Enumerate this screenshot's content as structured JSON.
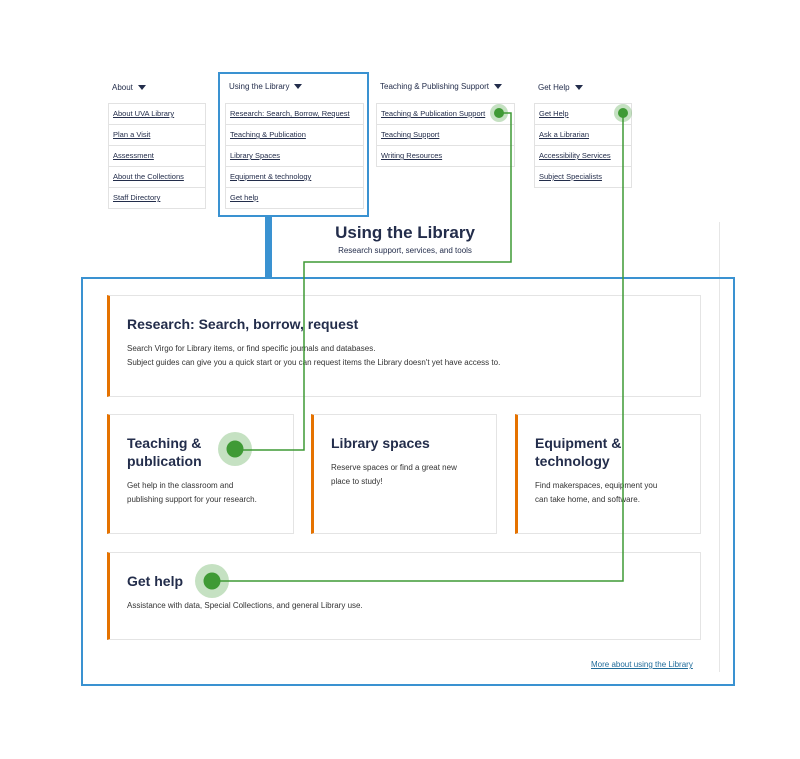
{
  "menus": [
    {
      "title": "About",
      "items": [
        "About UVA Library",
        "Plan a Visit",
        "Assessment",
        "About the Collections",
        "Staff Directory"
      ]
    },
    {
      "title": "Using the Library",
      "items": [
        "Research: Search, Borrow, Request",
        "Teaching & Publication",
        "Library Spaces",
        "Equipment & technology",
        "Get help"
      ]
    },
    {
      "title": "Teaching & Publishing Support",
      "items": [
        "Teaching & Publication Support",
        "Teaching Support",
        "Writing Resources"
      ]
    },
    {
      "title": "Get Help",
      "items": [
        "Get Help",
        "Ask a Librarian",
        "Accessibility Services",
        "Subject Specialists"
      ]
    }
  ],
  "section": {
    "title": "Using the Library",
    "subtitle": "Research support, services, and tools"
  },
  "cards": {
    "research": {
      "title": "Research: Search, borrow, request",
      "line1": "Search Virgo for Library items, or find specific journals and databases.",
      "line2": "Subject guides can give you a quick start or you can request items the Library doesn't yet have access to."
    },
    "teaching": {
      "title1": "Teaching &",
      "title2": "publication",
      "line1": "Get help in the classroom and",
      "line2": "publishing support for your research."
    },
    "spaces": {
      "title": "Library spaces",
      "line1": "Reserve spaces or find a great new",
      "line2": "place to study!"
    },
    "equipment": {
      "title1": "Equipment &",
      "title2": "technology",
      "line1": "Find makerspaces, equipment you",
      "line2": "can take home, and software."
    },
    "help": {
      "title": "Get help",
      "line1": "Assistance with data, Special Collections, and general Library use."
    }
  },
  "more_link": "More about using the Library",
  "colors": {
    "accent_blue": "#3a92d1",
    "connector_green": "#3f9a35",
    "card_orange": "#e57200",
    "navy": "#232d4b"
  }
}
